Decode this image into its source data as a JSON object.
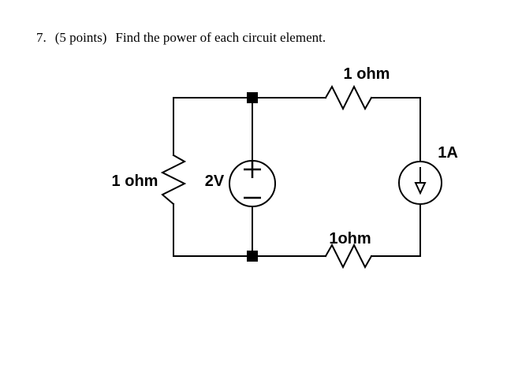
{
  "title": {
    "number": "7.",
    "points": "(5 points)",
    "question": "Find the power of each circuit element."
  },
  "colors": {
    "ink": "#000000",
    "background": "#ffffff"
  },
  "circuit": {
    "components": {
      "top_resistor": {
        "type": "resistor",
        "label": "1 ohm"
      },
      "left_resistor": {
        "type": "resistor",
        "label": "1 ohm"
      },
      "bottom_resistor": {
        "type": "resistor",
        "label": "1ohm"
      },
      "voltage_source": {
        "type": "independent-voltage-source",
        "label": "2V",
        "polarity_top": "+",
        "polarity_bottom": "−"
      },
      "current_source": {
        "type": "independent-current-source",
        "label": "1A",
        "arrow_direction": "down"
      }
    },
    "nodes": [
      {
        "name": "top-middle-node"
      },
      {
        "name": "bottom-middle-node"
      }
    ]
  }
}
